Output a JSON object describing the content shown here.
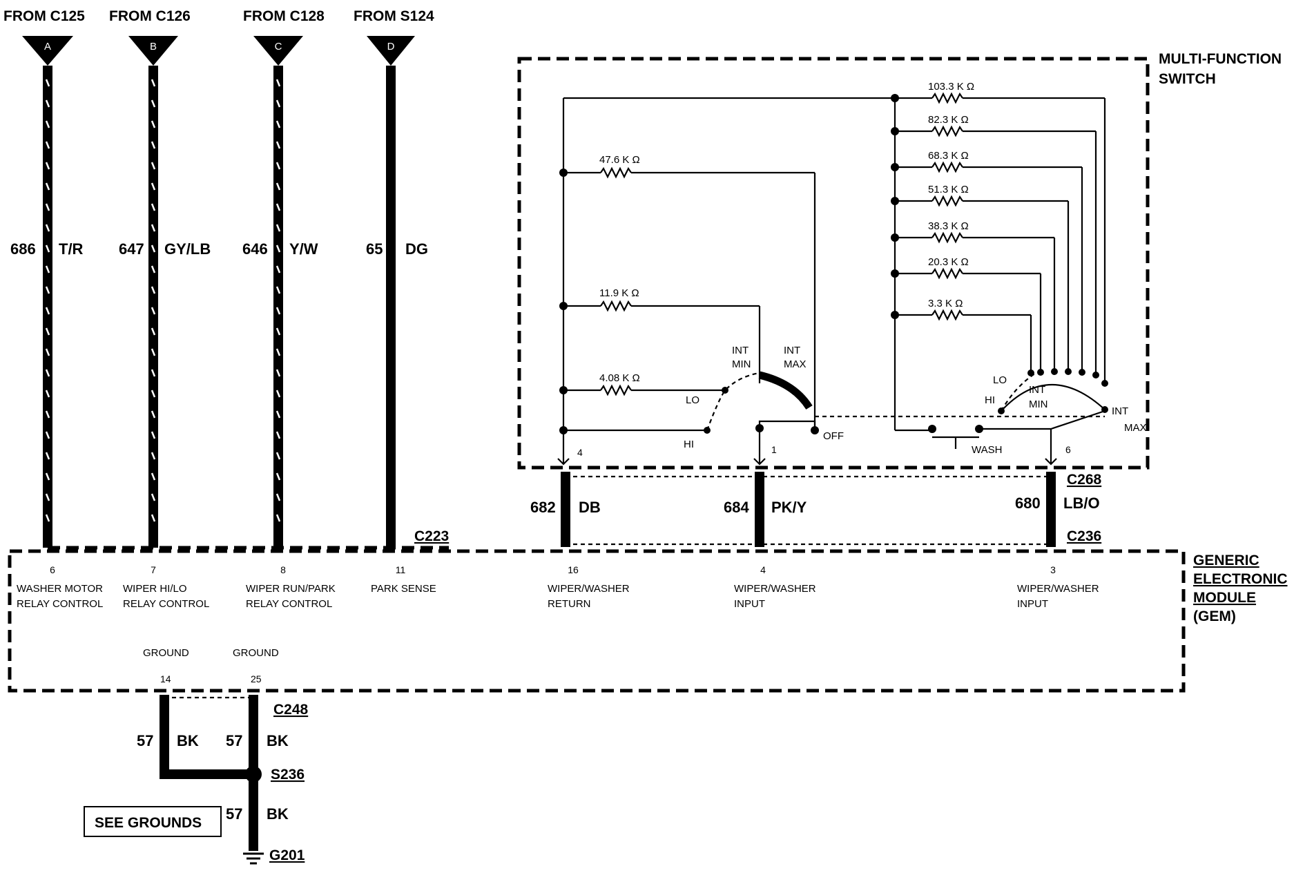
{
  "sources": [
    {
      "from": "FROM C125",
      "letter": "A",
      "circuit": "686",
      "color": "T/R"
    },
    {
      "from": "FROM C126",
      "letter": "B",
      "circuit": "647",
      "color": "GY/LB"
    },
    {
      "from": "FROM C128",
      "letter": "C",
      "circuit": "646",
      "color": "Y/W"
    },
    {
      "from": "FROM S124",
      "letter": "D",
      "circuit": "65",
      "color": "DG"
    }
  ],
  "switch": {
    "title_line1": "MULTI-FUNCTION",
    "title_line2": "SWITCH",
    "left_resistors": [
      "47.6 K Ω",
      "11.9 K Ω",
      "4.08 K Ω"
    ],
    "right_resistors": [
      "103.3 K Ω",
      "82.3 K Ω",
      "68.3 K Ω",
      "51.3 K Ω",
      "38.3 K Ω",
      "20.3 K Ω",
      "3.3 K Ω"
    ],
    "labels": {
      "int_l1": "INT",
      "min_l1": "MIN",
      "int_l2": "INT",
      "max_l2": "MAX",
      "lo1": "LO",
      "hi1": "HI",
      "off": "OFF",
      "lo2": "LO",
      "hi2": "HI",
      "int_r1": "INT",
      "min_r1": "MIN",
      "int_r2": "INT",
      "max_r2": "MAX",
      "wash": "WASH"
    },
    "pins": [
      "4",
      "1",
      "6"
    ]
  },
  "switch_wires": [
    {
      "circuit": "682",
      "color": "DB"
    },
    {
      "circuit": "684",
      "color": "PK/Y"
    },
    {
      "circuit": "680",
      "color": "LB/O"
    }
  ],
  "connectors": {
    "c223": "C223",
    "c268": "C268",
    "c236": "C236",
    "c248": "C248",
    "s236": "S236",
    "g201": "G201"
  },
  "gem": {
    "title": [
      "GENERIC",
      "ELECTRONIC",
      "MODULE",
      "(GEM)"
    ],
    "pins": [
      {
        "num": "6",
        "line1": "WASHER MOTOR",
        "line2": "RELAY CONTROL"
      },
      {
        "num": "7",
        "line1": "WIPER HI/LO",
        "line2": "RELAY CONTROL"
      },
      {
        "num": "8",
        "line1": "WIPER RUN/PARK",
        "line2": "RELAY CONTROL"
      },
      {
        "num": "11",
        "line1": "PARK SENSE",
        "line2": ""
      },
      {
        "num": "16",
        "line1": "WIPER/WASHER",
        "line2": "RETURN"
      },
      {
        "num": "4",
        "line1": "WIPER/WASHER",
        "line2": "INPUT"
      },
      {
        "num": "3",
        "line1": "WIPER/WASHER",
        "line2": "INPUT"
      }
    ],
    "grounds": [
      {
        "label": "GROUND",
        "num": "14"
      },
      {
        "label": "GROUND",
        "num": "25"
      }
    ]
  },
  "ground_wires": [
    {
      "circuit": "57",
      "color": "BK"
    },
    {
      "circuit": "57",
      "color": "BK"
    },
    {
      "circuit": "57",
      "color": "BK"
    }
  ],
  "see_grounds": "SEE GROUNDS"
}
